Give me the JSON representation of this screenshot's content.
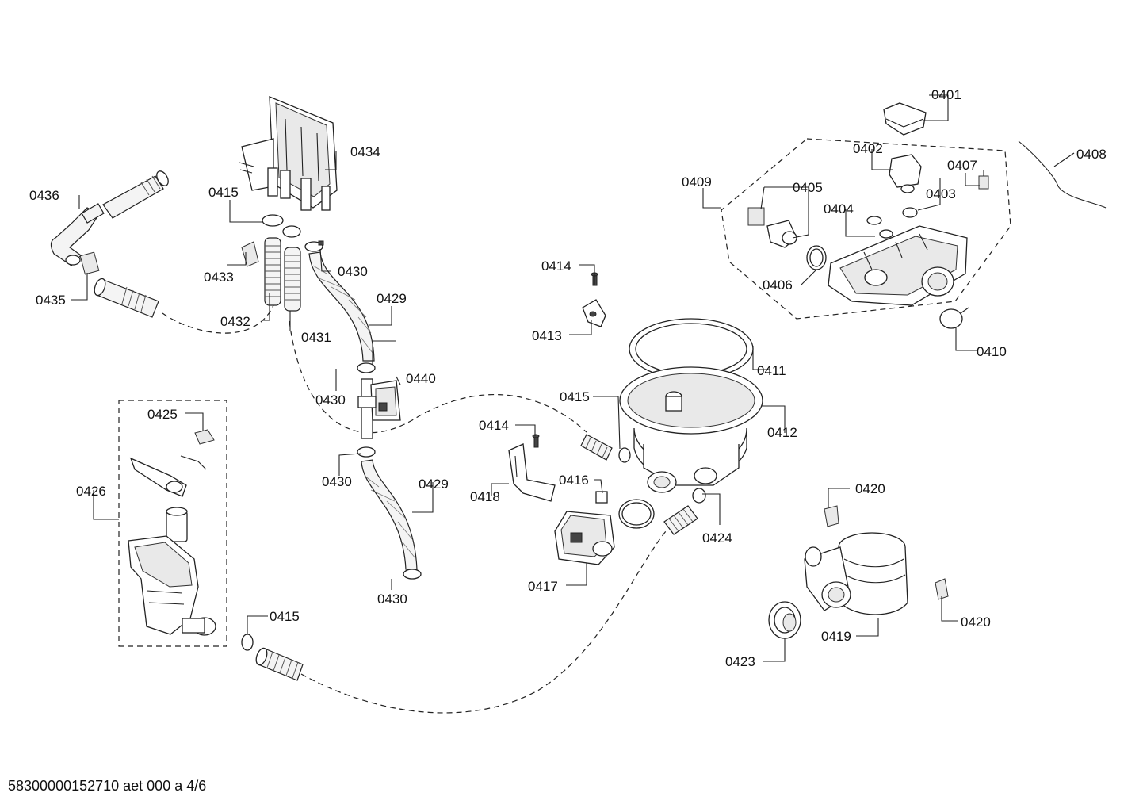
{
  "labels": {
    "l0401": "0401",
    "l0402": "0402",
    "l0403": "0403",
    "l0404": "0404",
    "l0405": "0405",
    "l0406": "0406",
    "l0407": "0407",
    "l0408": "0408",
    "l0409": "0409",
    "l0410": "0410",
    "l0411": "0411",
    "l0412": "0412",
    "l0413": "0413",
    "l0414a": "0414",
    "l0414b": "0414",
    "l0415a": "0415",
    "l0415b": "0415",
    "l0415c": "0415",
    "l0416": "0416",
    "l0417": "0417",
    "l0418": "0418",
    "l0419": "0419",
    "l0420a": "0420",
    "l0420b": "0420",
    "l0423": "0423",
    "l0424": "0424",
    "l0425": "0425",
    "l0426": "0426",
    "l0429a": "0429",
    "l0429b": "0429",
    "l0430a": "0430",
    "l0430b": "0430",
    "l0430c": "0430",
    "l0430d": "0430",
    "l0431": "0431",
    "l0432": "0432",
    "l0433": "0433",
    "l0434": "0434",
    "l0435": "0435",
    "l0436": "0436",
    "l0440": "0440"
  },
  "footer": "58300000152710 aet 000 a 4/6"
}
